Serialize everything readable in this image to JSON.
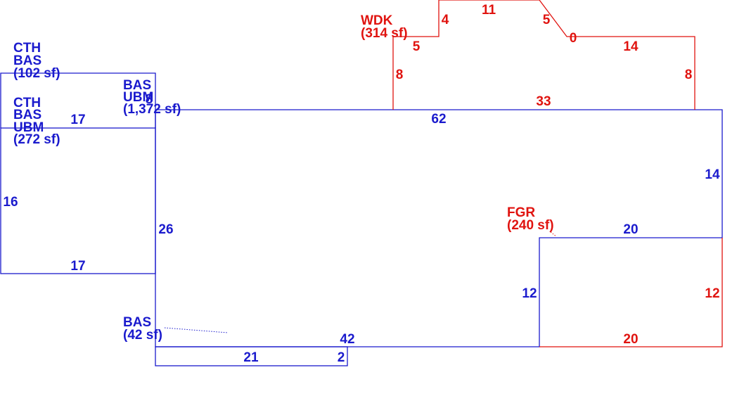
{
  "colors": {
    "structure": "#1a1acd",
    "addition": "#e0130f",
    "background": "#ffffff"
  },
  "areas": {
    "cth_bas": {
      "code1": "CTH",
      "code2": "BAS",
      "size": "(102 sf)"
    },
    "cth_bas_ubm": {
      "code1": "CTH",
      "code2": "BAS",
      "code3": "UBM",
      "size": "(272 sf)"
    },
    "bas_ubm": {
      "code1": "BAS",
      "code2": "UBM",
      "size": "(1,372 sf)"
    },
    "bas_small": {
      "code1": "BAS",
      "size": "(42 sf)"
    },
    "wdk": {
      "code1": "WDK",
      "size": "(314 sf)"
    },
    "fgr": {
      "code1": "FGR",
      "size": "(240 sf)"
    }
  },
  "dimensions": {
    "left_top": "17",
    "left_side": "16",
    "left_bottom": "17",
    "left_small": "8",
    "main_top": "62",
    "main_left": "26",
    "main_bottom": "42",
    "main_right": "14",
    "strip_bottom": "21",
    "strip_right": "2",
    "wdk_left_upper": "5",
    "wdk_step": "4",
    "wdk_top": "11",
    "wdk_diag": "5",
    "wdk_zero": "0",
    "wdk_right_top": "14",
    "wdk_left": "8",
    "wdk_right": "8",
    "wdk_bottom": "33",
    "fgr_top": "20",
    "fgr_left": "12",
    "fgr_right": "12",
    "fgr_bottom": "20"
  }
}
